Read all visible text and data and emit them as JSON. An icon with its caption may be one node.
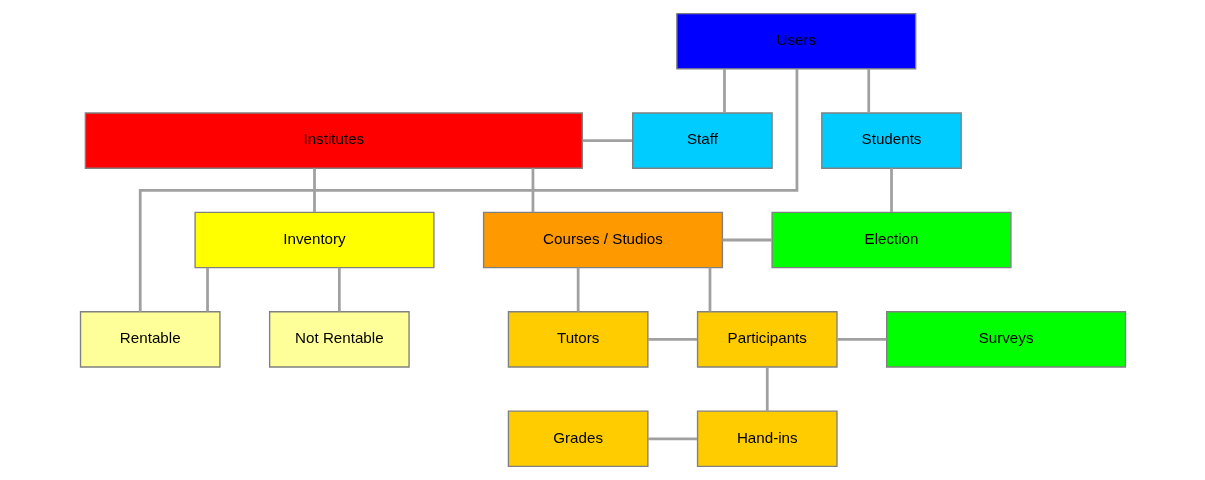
{
  "diagram": {
    "nodes": [
      {
        "text": [
          "Users"
        ]
      },
      {
        "text": [
          "Institutes"
        ]
      },
      {
        "text": [
          "Staff"
        ]
      },
      {
        "text": [
          "Students"
        ]
      },
      {
        "text": [
          "Inventory"
        ]
      },
      {
        "text": [
          "Courses / Studios"
        ]
      },
      {
        "text": [
          "Election"
        ]
      },
      {
        "text": [
          "Rentable"
        ]
      },
      {
        "text": [
          "Not Rentable"
        ]
      },
      {
        "text": [
          "Tutors"
        ]
      },
      {
        "text": [
          "Participants"
        ]
      },
      {
        "text": [
          "Surveys"
        ]
      },
      {
        "text": [
          "Grades"
        ]
      },
      {
        "text": [
          "Hand-ins"
        ]
      }
    ],
    "edges": [
      {
        "from": 0,
        "to": 2,
        "arrow": "none"
      },
      {
        "from": 0,
        "to": 3,
        "arrow": "none"
      },
      {
        "from": 1,
        "to": 2,
        "arrow": "none"
      },
      {
        "from": 1,
        "to": 4,
        "arrow": "none"
      },
      {
        "from": 1,
        "to": 5,
        "arrow": "none"
      },
      {
        "from": 3,
        "to": 6,
        "arrow": "none"
      },
      {
        "from": 5,
        "to": 6,
        "arrow": "none"
      },
      {
        "from": 4,
        "to": 7,
        "arrow": "none"
      },
      {
        "from": 4,
        "to": 8,
        "arrow": "none"
      },
      {
        "from": 5,
        "to": 9,
        "arrow": "none"
      },
      {
        "from": 5,
        "to": 10,
        "arrow": "none"
      },
      {
        "from": 9,
        "to": 10,
        "arrow": "none"
      },
      {
        "from": 10,
        "to": 11,
        "arrow": "none"
      },
      {
        "from": 10,
        "to": 13,
        "arrow": "none"
      },
      {
        "from": 12,
        "to": 13,
        "arrow": "none"
      },
      {
        "from": 0,
        "to": 7,
        "arrow": "none"
      }
    ]
  }
}
